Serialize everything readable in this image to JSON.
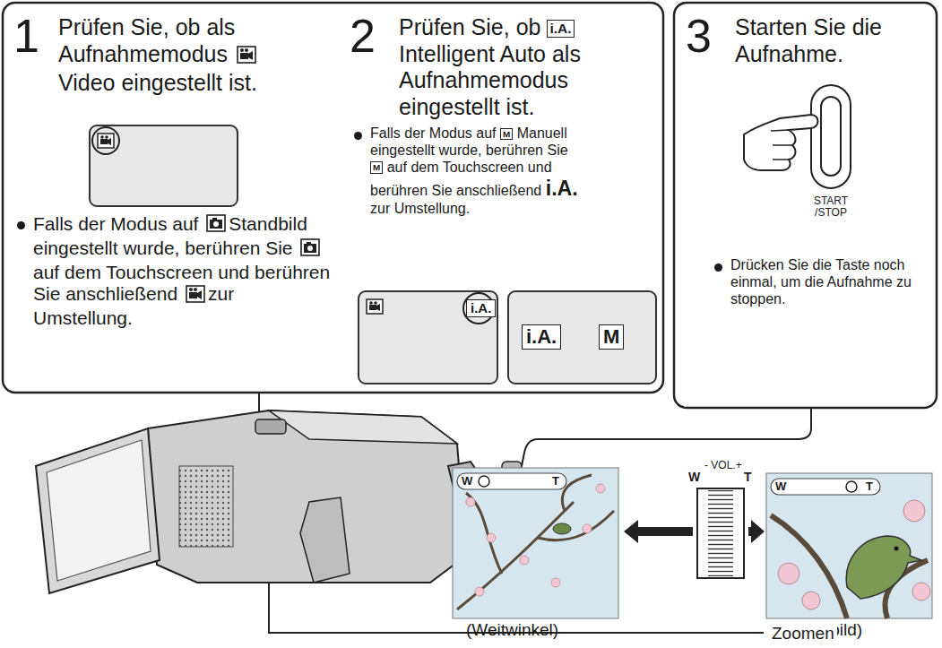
{
  "diagram": {
    "nodes": [
      {
        "text": [
          "1",
          "Prüfen Sie, ob als Aufnahmemodus",
          "Video eingestellt ist.",
          "Falls der Modus auf",
          "Standbild eingestellt wurde, berühren Sie",
          "auf dem Touchscreen und berühren Sie anschließend",
          "zur Umstellung."
        ]
      },
      {
        "text": [
          "2",
          "Prüfen Sie, ob",
          "i.A.",
          "Intelligent Auto als Aufnahmemodus eingestellt ist.",
          "Falls der Modus auf",
          "M",
          "Manuell eingestellt wurde, berühren Sie",
          "M",
          "auf dem Touchscreen und berühren Sie anschließend",
          "i.A.",
          "zur Umstellung."
        ]
      },
      {
        "text": [
          "3",
          "Starten Sie die Aufnahme.",
          "Drücken Sie die Taste noch einmal, um die Aufnahme zu stoppen."
        ]
      }
    ],
    "labels": [
      "i.A.",
      "i.A.",
      "M",
      "START /STOP",
      "W",
      "T",
      "W",
      "T",
      "W",
      "- VOL.+",
      "T",
      "(Weitwinkel)",
      "(Telebild)",
      "Zoomen"
    ]
  }
}
